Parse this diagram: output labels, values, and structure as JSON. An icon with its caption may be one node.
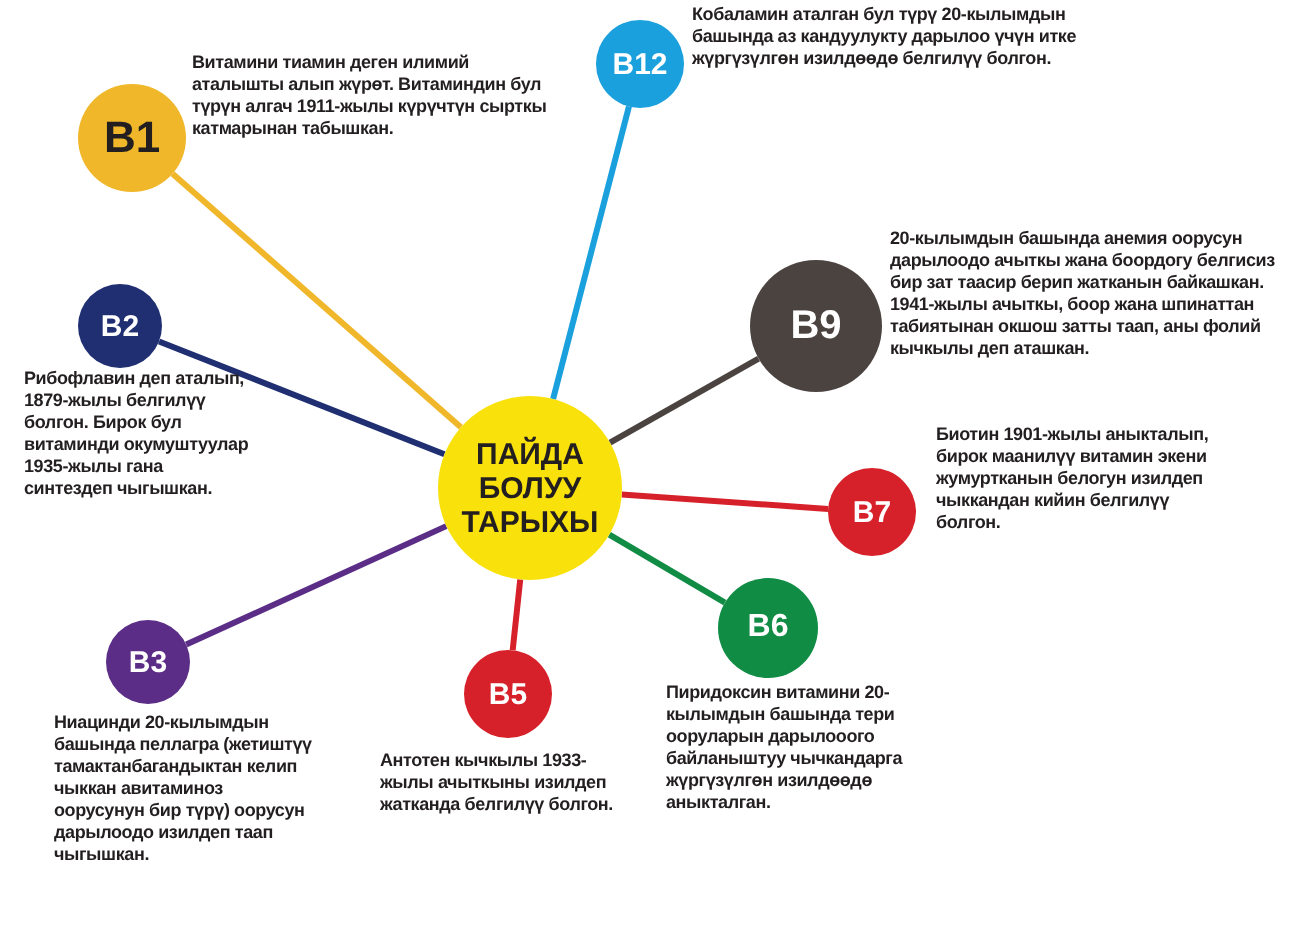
{
  "diagram": {
    "nodes": [
      {
        "text": [
          "ПАЙДА БОЛУУ ТАРЫХЫ"
        ]
      },
      {
        "text": [
          "B12"
        ],
        "beside": [
          "Кобаламин аталган бул түрү 20-кылымдын башында аз кандуулукту дарылоо үчүн итке жүргүзүлгөн изилдөөдө белгилүү болгон."
        ]
      },
      {
        "text": [
          "B1"
        ],
        "beside": [
          "Витамини тиамин деген илимий аталышты алып жүрөт. Витаминдин бул түрүн алгач 1911-жылы күрүчтүн сырткы катмарынан табышкан."
        ]
      },
      {
        "text": [
          "B9"
        ],
        "beside": [
          "20-кылымдын башында анемия оорусун дарылоодо ачыткы жана боордогу белгисиз бир зат таасир берип жатканын байкашкан. 1941-жылы ачыткы, боор жана шпинаттан табиятынан окшош затты таап, аны фолий кычкылы деп аташкан."
        ]
      },
      {
        "text": [
          "B2"
        ],
        "beside": [
          "Рибофлавин деп аталып, 1879-жылы белгилүү болгон. Бирок бул витаминди окумуштуулар 1935-жылы гана синтездеп чыгышкан."
        ]
      },
      {
        "text": [
          "B7"
        ],
        "beside": [
          "Биотин 1901-жылы аныкталып, бирок маанилүү витамин экени жумуртканын белогун изилдеп чыккандан кийин белгилүү болгон."
        ]
      },
      {
        "text": [
          "B6"
        ],
        "beside": [
          "Пиридоксин витамини 20-кылымдын башында тери ооруларын дарылооого байланыштуу чычкандарга жүргүзүлгөн изилдөөдө аныкталган."
        ]
      },
      {
        "text": [
          "B3"
        ],
        "beside": [
          "Ниацинди 20-кылымдын башында пеллагра (жетиштүү тамактанбагандыктан келип чыккан авитаминоз оорусунун бир түрү) оорусун дарылоодо изилдеп таап чыгышкан."
        ]
      },
      {
        "text": [
          "B5"
        ],
        "beside": [
          "Антотен кычкылы 1933-жылы ачыткыны изилдеп жатканда белгилүү болгон."
        ]
      }
    ],
    "edges": [
      {
        "from": 0,
        "to": 1,
        "arrow": "none",
        "color": "#1aa0dc"
      },
      {
        "from": 0,
        "to": 2,
        "arrow": "none",
        "color": "#f0b72a"
      },
      {
        "from": 0,
        "to": 3,
        "arrow": "none",
        "color": "#4a4340"
      },
      {
        "from": 0,
        "to": 4,
        "arrow": "none",
        "color": "#1f2f72"
      },
      {
        "from": 0,
        "to": 5,
        "arrow": "none",
        "color": "#d7212a"
      },
      {
        "from": 0,
        "to": 6,
        "arrow": "none",
        "color": "#118c44"
      },
      {
        "from": 0,
        "to": 7,
        "arrow": "none",
        "color": "#5b2d86"
      },
      {
        "from": 0,
        "to": 8,
        "arrow": "none",
        "color": "#d7212a"
      }
    ]
  }
}
